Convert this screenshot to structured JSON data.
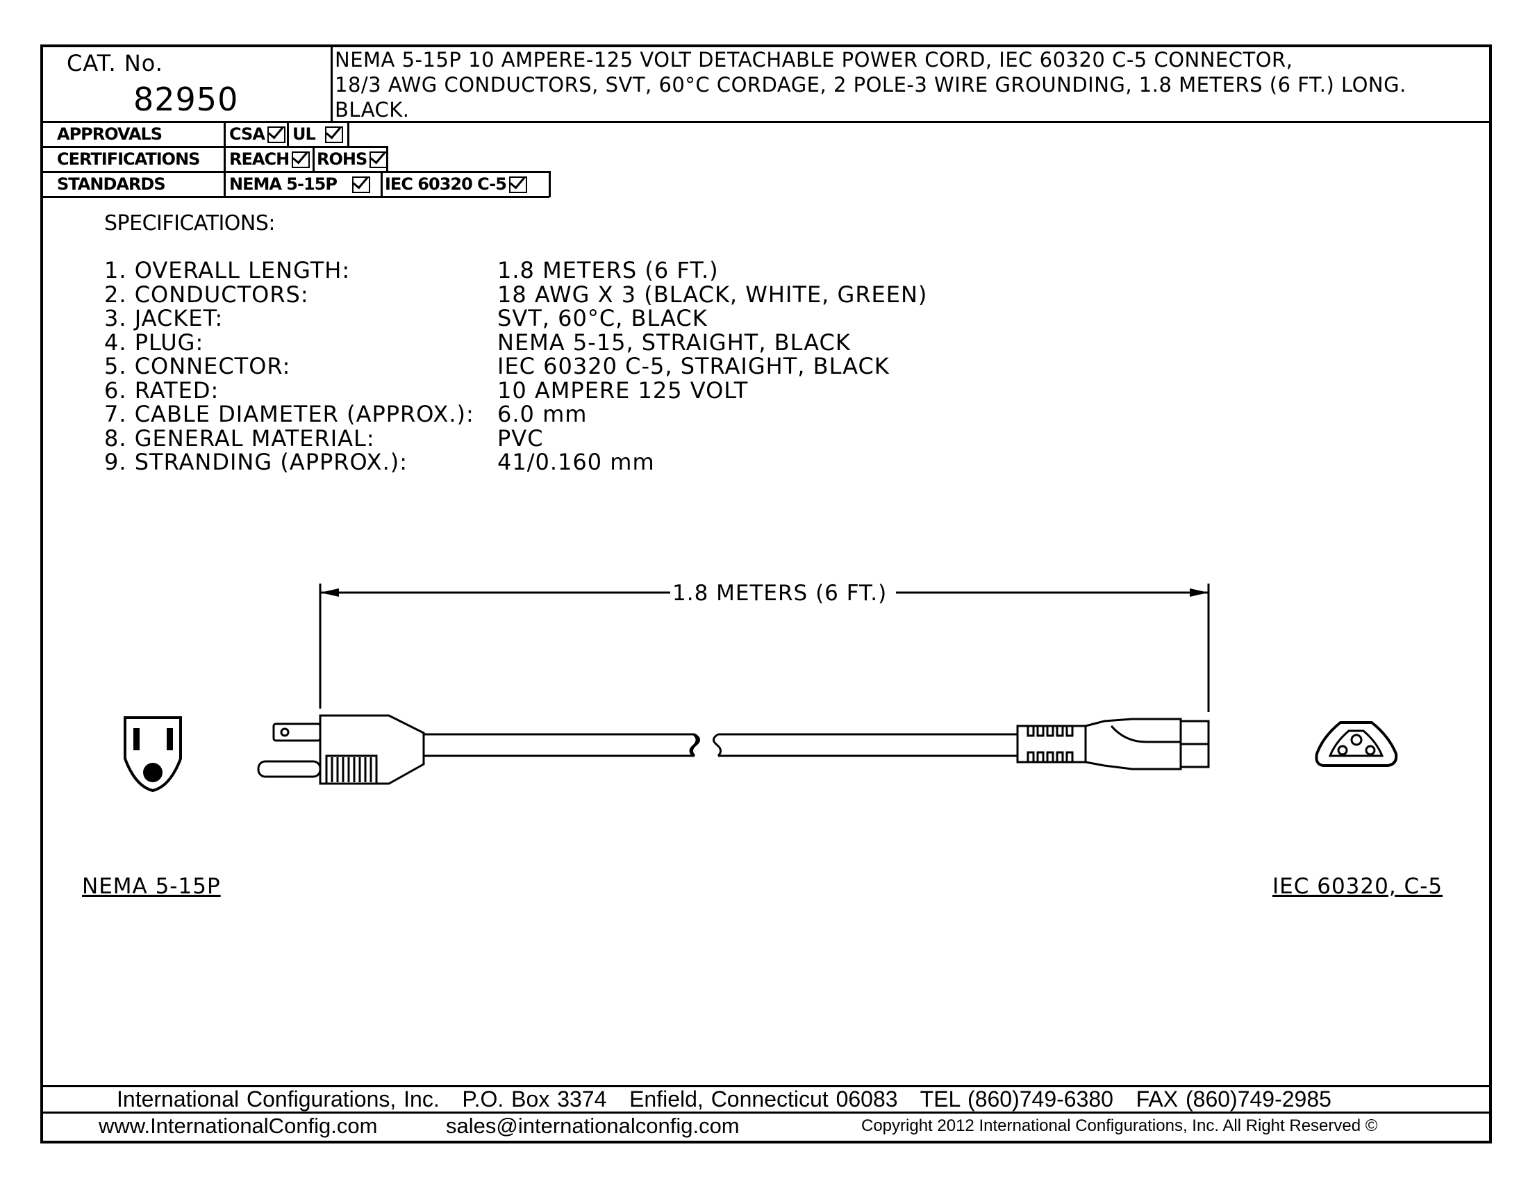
{
  "header": {
    "cat_label": "CAT. No.",
    "cat_number": "82950",
    "description_lines": [
      "NEMA 5-15P 10 AMPERE-125 VOLT DETACHABLE POWER CORD, IEC 60320 C-5 CONNECTOR,",
      "18/3 AWG CONDUCTORS, SVT, 60°C CORDAGE, 2 POLE-3 WIRE GROUNDING, 1.8 METERS (6 FT.) LONG.",
      "BLACK."
    ]
  },
  "compliance": {
    "approvals_label": "APPROVALS",
    "approvals": [
      "CSA",
      "UL"
    ],
    "certifications_label": "CERTIFICATIONS",
    "certifications": [
      "REACH",
      "ROHS"
    ],
    "standards_label": "STANDARDS",
    "standards": [
      "NEMA 5-15P",
      "IEC 60320 C-5"
    ]
  },
  "specifications": {
    "title": "SPECIFICATIONS:",
    "items": [
      {
        "label": "1. OVERALL LENGTH:",
        "value": "1.8 METERS (6 FT.)"
      },
      {
        "label": "2. CONDUCTORS:",
        "value": "18 AWG X 3 (BLACK, WHITE, GREEN)"
      },
      {
        "label": "3. JACKET:",
        "value": "SVT, 60°C, BLACK"
      },
      {
        "label": "4. PLUG:",
        "value": "NEMA 5-15, STRAIGHT, BLACK"
      },
      {
        "label": "5. CONNECTOR:",
        "value": "IEC 60320 C-5, STRAIGHT, BLACK"
      },
      {
        "label": "6. RATED:",
        "value": "10 AMPERE 125 VOLT"
      },
      {
        "label": "7. CABLE DIAMETER (APPROX.):",
        "value": "6.0 mm"
      },
      {
        "label": "8. GENERAL MATERIAL:",
        "value": "PVC"
      },
      {
        "label": "9. STRANDING (APPROX.):",
        "value": "41/0.160 mm"
      }
    ]
  },
  "drawing": {
    "dimension_label": "1.8 METERS (6 FT.)",
    "left_connector_label": "NEMA 5-15P",
    "right_connector_label": "IEC 60320, C-5"
  },
  "footer": {
    "line1": "International Configurations, Inc.   P.O. Box 3374   Enfield, Connecticut 06083   TEL (860)749-6380   FAX (860)749-2985",
    "website": "www.InternationalConfig.com",
    "email": "sales@internationalconfig.com",
    "copyright": "Copyright 2012 International Configurations, Inc. All Right Reserved ©"
  }
}
